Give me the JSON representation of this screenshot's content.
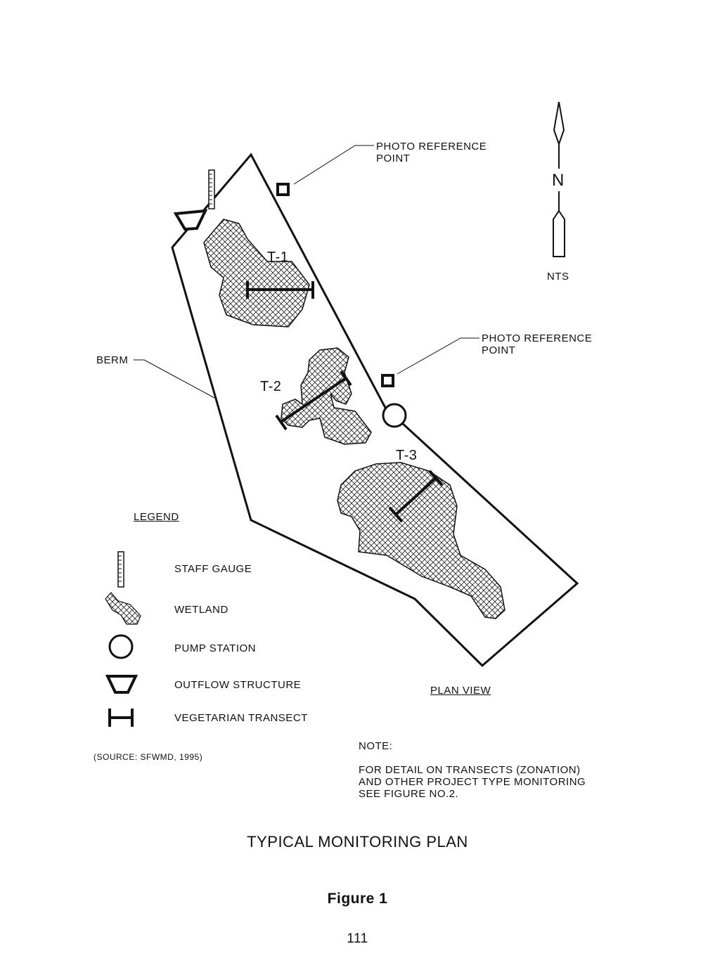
{
  "plan": {
    "photo_ref_1": [
      "PHOTO REFERENCE",
      "POINT"
    ],
    "photo_ref_2": [
      "PHOTO REFERENCE",
      "POINT"
    ],
    "north_label": "N",
    "scale_label": "NTS",
    "berm_label": "BERM",
    "transects": [
      "T-1",
      "T-2",
      "T-3"
    ],
    "plan_view_label": "PLAN VIEW"
  },
  "legend": {
    "title": "LEGEND",
    "items": [
      "STAFF GAUGE",
      "WETLAND",
      "PUMP STATION",
      "OUTFLOW STRUCTURE",
      "VEGETARIAN TRANSECT"
    ],
    "source": "(SOURCE: SFWMD, 1995)"
  },
  "note": {
    "heading": "NOTE:",
    "lines": [
      "FOR DETAIL ON TRANSECTS (ZONATION)",
      "AND OTHER PROJECT TYPE MONITORING",
      "SEE FIGURE NO.2."
    ]
  },
  "title": "TYPICAL MONITORING PLAN",
  "figure_label": "Figure 1",
  "page_number": "111"
}
